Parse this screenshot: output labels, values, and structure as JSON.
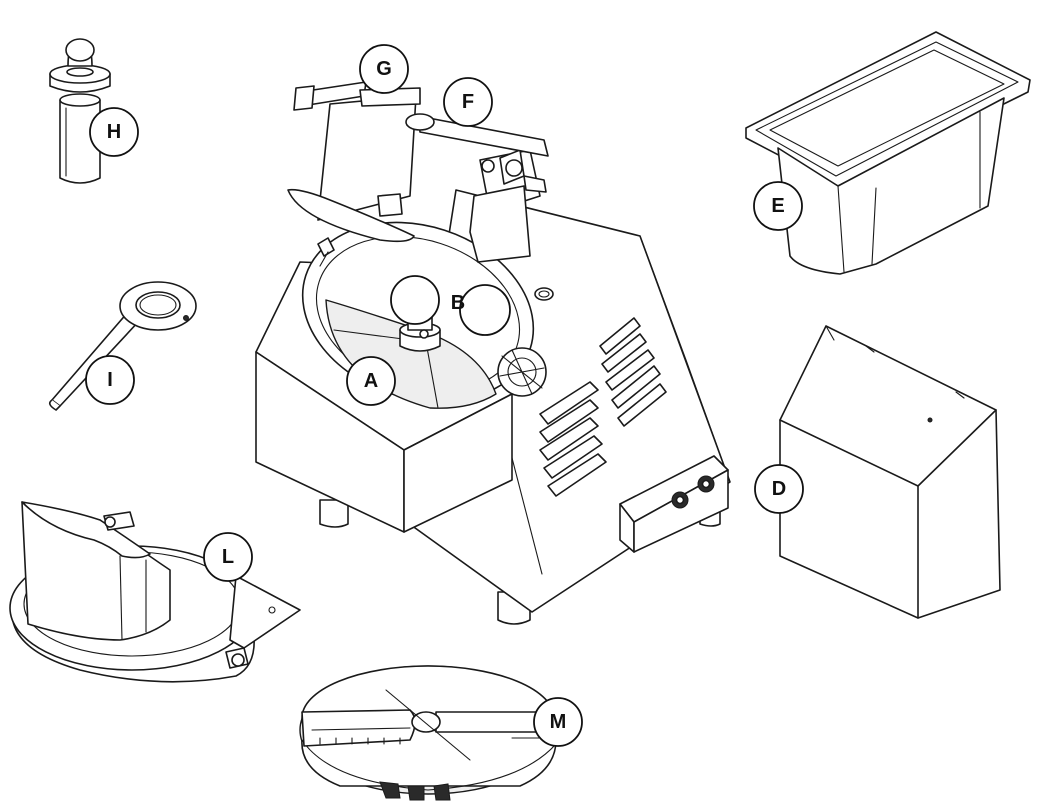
{
  "callouts": {
    "A": "A",
    "B": "B",
    "D": "D",
    "E": "E",
    "F": "F",
    "G": "G",
    "H": "H",
    "I": "I",
    "L": "L",
    "M": "M"
  }
}
